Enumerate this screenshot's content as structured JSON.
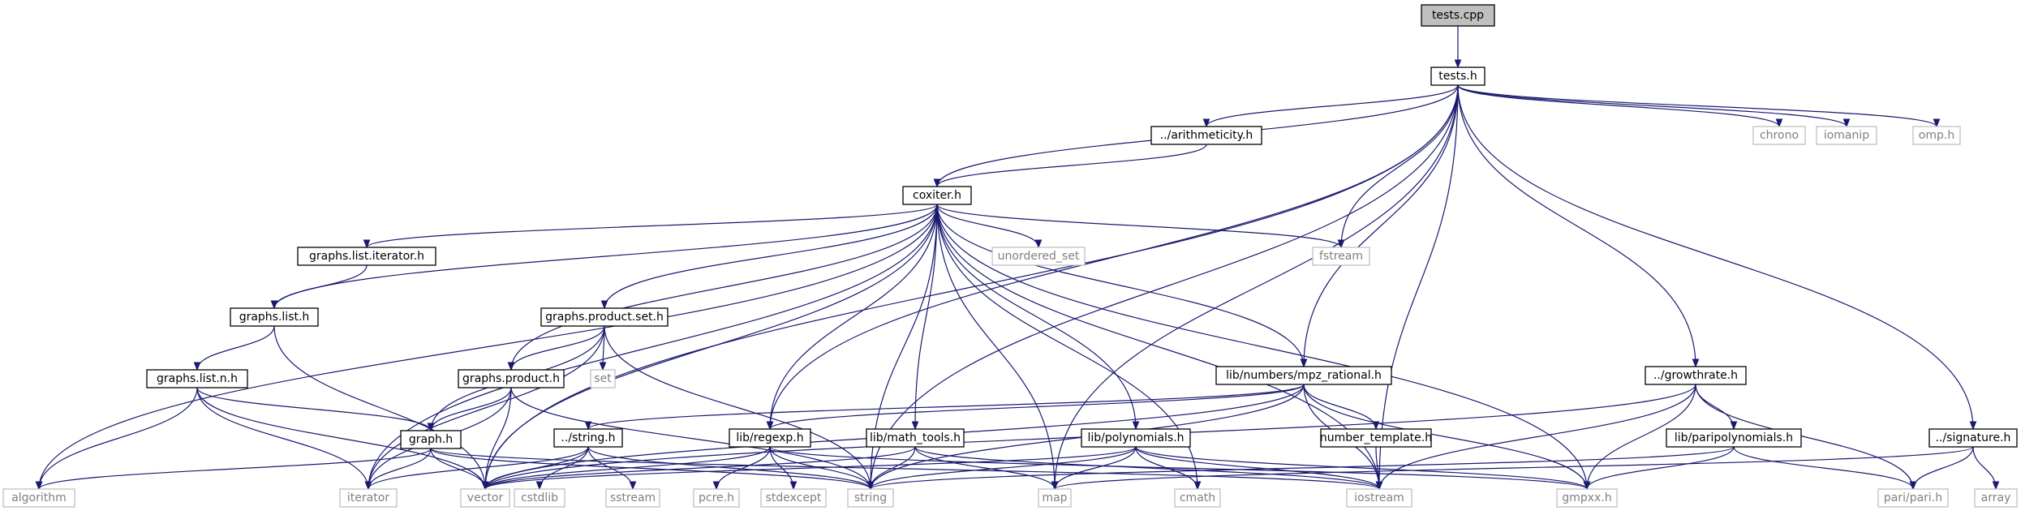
{
  "colors": {
    "edge": "#191970",
    "root_fill": "#bfbfbf",
    "local_border": "#000000",
    "system_border": "#bfbfbf",
    "system_text": "#808080"
  },
  "nodes": [
    {
      "id": "tests_cpp",
      "label": "tests.cpp",
      "kind": "root"
    },
    {
      "id": "tests_h",
      "label": "tests.h",
      "kind": "local"
    },
    {
      "id": "arithmeticity_h",
      "label": "../arithmeticity.h",
      "kind": "local"
    },
    {
      "id": "chrono",
      "label": "chrono",
      "kind": "system"
    },
    {
      "id": "iomanip",
      "label": "iomanip",
      "kind": "system"
    },
    {
      "id": "omp_h",
      "label": "omp.h",
      "kind": "system"
    },
    {
      "id": "coxiter_h",
      "label": "coxiter.h",
      "kind": "local"
    },
    {
      "id": "unordered_set",
      "label": "unordered_set",
      "kind": "system"
    },
    {
      "id": "fstream",
      "label": "fstream",
      "kind": "system"
    },
    {
      "id": "graphs_list_iterator_h",
      "label": "graphs.list.iterator.h",
      "kind": "local"
    },
    {
      "id": "graphs_list_h",
      "label": "graphs.list.h",
      "kind": "local"
    },
    {
      "id": "graphs_product_set_h",
      "label": "graphs.product.set.h",
      "kind": "local"
    },
    {
      "id": "set",
      "label": "set",
      "kind": "system"
    },
    {
      "id": "graphs_list_n_h",
      "label": "graphs.list.n.h",
      "kind": "local"
    },
    {
      "id": "graphs_product_h",
      "label": "graphs.product.h",
      "kind": "local"
    },
    {
      "id": "mpz_rational_h",
      "label": "lib/numbers/mpz_rational.h",
      "kind": "local"
    },
    {
      "id": "growthrate_h",
      "label": "../growthrate.h",
      "kind": "local"
    },
    {
      "id": "graph_h",
      "label": "graph.h",
      "kind": "local"
    },
    {
      "id": "string_h",
      "label": "../string.h",
      "kind": "local"
    },
    {
      "id": "regexp_h",
      "label": "lib/regexp.h",
      "kind": "local"
    },
    {
      "id": "math_tools_h",
      "label": "lib/math_tools.h",
      "kind": "local"
    },
    {
      "id": "polynomials_h",
      "label": "lib/polynomials.h",
      "kind": "local"
    },
    {
      "id": "number_template_h",
      "label": "number_template.h",
      "kind": "local"
    },
    {
      "id": "paripolynomials_h",
      "label": "lib/paripolynomials.h",
      "kind": "local"
    },
    {
      "id": "signature_h",
      "label": "../signature.h",
      "kind": "local"
    },
    {
      "id": "algorithm",
      "label": "algorithm",
      "kind": "system"
    },
    {
      "id": "iterator",
      "label": "iterator",
      "kind": "system"
    },
    {
      "id": "vector",
      "label": "vector",
      "kind": "system"
    },
    {
      "id": "cstdlib",
      "label": "cstdlib",
      "kind": "system"
    },
    {
      "id": "sstream",
      "label": "sstream",
      "kind": "system"
    },
    {
      "id": "pcre_h",
      "label": "pcre.h",
      "kind": "system"
    },
    {
      "id": "stdexcept",
      "label": "stdexcept",
      "kind": "system"
    },
    {
      "id": "string",
      "label": "string",
      "kind": "system"
    },
    {
      "id": "map",
      "label": "map",
      "kind": "system"
    },
    {
      "id": "cmath",
      "label": "cmath",
      "kind": "system"
    },
    {
      "id": "iostream",
      "label": "iostream",
      "kind": "system"
    },
    {
      "id": "gmpxx_h",
      "label": "gmpxx.h",
      "kind": "system"
    },
    {
      "id": "pari_h",
      "label": "pari/pari.h",
      "kind": "system"
    },
    {
      "id": "array",
      "label": "array",
      "kind": "system"
    }
  ],
  "edges": [
    [
      "tests_cpp",
      "tests_h"
    ],
    [
      "tests_h",
      "arithmeticity_h"
    ],
    [
      "tests_h",
      "chrono"
    ],
    [
      "tests_h",
      "iomanip"
    ],
    [
      "tests_h",
      "omp_h"
    ],
    [
      "tests_h",
      "coxiter_h"
    ],
    [
      "tests_h",
      "fstream"
    ],
    [
      "tests_h",
      "mpz_rational_h"
    ],
    [
      "tests_h",
      "growthrate_h"
    ],
    [
      "tests_h",
      "signature_h"
    ],
    [
      "tests_h",
      "vector"
    ],
    [
      "tests_h",
      "regexp_h"
    ],
    [
      "tests_h",
      "string"
    ],
    [
      "tests_h",
      "iostream"
    ],
    [
      "tests_h",
      "map"
    ],
    [
      "arithmeticity_h",
      "coxiter_h"
    ],
    [
      "coxiter_h",
      "unordered_set"
    ],
    [
      "coxiter_h",
      "fstream"
    ],
    [
      "coxiter_h",
      "graphs_list_iterator_h"
    ],
    [
      "coxiter_h",
      "graphs_list_h"
    ],
    [
      "coxiter_h",
      "graphs_product_set_h"
    ],
    [
      "coxiter_h",
      "graphs_product_h"
    ],
    [
      "coxiter_h",
      "mpz_rational_h"
    ],
    [
      "coxiter_h",
      "regexp_h"
    ],
    [
      "coxiter_h",
      "math_tools_h"
    ],
    [
      "coxiter_h",
      "polynomials_h"
    ],
    [
      "coxiter_h",
      "algorithm"
    ],
    [
      "coxiter_h",
      "iterator"
    ],
    [
      "coxiter_h",
      "vector"
    ],
    [
      "coxiter_h",
      "string"
    ],
    [
      "coxiter_h",
      "map"
    ],
    [
      "coxiter_h",
      "cmath"
    ],
    [
      "coxiter_h",
      "iostream"
    ],
    [
      "coxiter_h",
      "gmpxx_h"
    ],
    [
      "graphs_list_iterator_h",
      "graphs_list_h"
    ],
    [
      "graphs_list_h",
      "graphs_list_n_h"
    ],
    [
      "graphs_list_h",
      "vector"
    ],
    [
      "graphs_product_set_h",
      "set"
    ],
    [
      "graphs_product_set_h",
      "graphs_product_h"
    ],
    [
      "graphs_product_set_h",
      "graph_h"
    ],
    [
      "graphs_product_set_h",
      "iterator"
    ],
    [
      "graphs_product_set_h",
      "string"
    ],
    [
      "graphs_list_n_h",
      "graph_h"
    ],
    [
      "graphs_list_n_h",
      "algorithm"
    ],
    [
      "graphs_list_n_h",
      "iterator"
    ],
    [
      "graphs_list_n_h",
      "vector"
    ],
    [
      "graphs_product_h",
      "graph_h"
    ],
    [
      "graphs_product_h",
      "iterator"
    ],
    [
      "graphs_product_h",
      "vector"
    ],
    [
      "graphs_product_h",
      "string"
    ],
    [
      "graph_h",
      "algorithm"
    ],
    [
      "graph_h",
      "iterator"
    ],
    [
      "graph_h",
      "vector"
    ],
    [
      "graph_h",
      "string"
    ],
    [
      "graph_h",
      "iostream"
    ],
    [
      "mpz_rational_h",
      "number_template_h"
    ],
    [
      "mpz_rational_h",
      "string_h"
    ],
    [
      "mpz_rational_h",
      "regexp_h"
    ],
    [
      "mpz_rational_h",
      "vector"
    ],
    [
      "mpz_rational_h",
      "string"
    ],
    [
      "mpz_rational_h",
      "iostream"
    ],
    [
      "mpz_rational_h",
      "gmpxx_h"
    ],
    [
      "number_template_h",
      "iostream"
    ],
    [
      "string_h",
      "iterator"
    ],
    [
      "string_h",
      "vector"
    ],
    [
      "string_h",
      "cstdlib"
    ],
    [
      "string_h",
      "sstream"
    ],
    [
      "string_h",
      "string"
    ],
    [
      "regexp_h",
      "pcre_h"
    ],
    [
      "regexp_h",
      "stdexcept"
    ],
    [
      "regexp_h",
      "string"
    ],
    [
      "regexp_h",
      "vector"
    ],
    [
      "regexp_h",
      "gmpxx_h"
    ],
    [
      "math_tools_h",
      "vector"
    ],
    [
      "math_tools_h",
      "string"
    ],
    [
      "math_tools_h",
      "map"
    ],
    [
      "math_tools_h",
      "iostream"
    ],
    [
      "polynomials_h",
      "vector"
    ],
    [
      "polynomials_h",
      "string"
    ],
    [
      "polynomials_h",
      "map"
    ],
    [
      "polynomials_h",
      "cmath"
    ],
    [
      "polynomials_h",
      "iostream"
    ],
    [
      "polynomials_h",
      "gmpxx_h"
    ],
    [
      "growthrate_h",
      "paripolynomials_h"
    ],
    [
      "growthrate_h",
      "pari_h"
    ],
    [
      "growthrate_h",
      "gmpxx_h"
    ],
    [
      "growthrate_h",
      "iostream"
    ],
    [
      "growthrate_h",
      "vector"
    ],
    [
      "paripolynomials_h",
      "pari_h"
    ],
    [
      "paripolynomials_h",
      "gmpxx_h"
    ],
    [
      "paripolynomials_h",
      "string"
    ],
    [
      "signature_h",
      "pari_h"
    ],
    [
      "signature_h",
      "array"
    ],
    [
      "signature_h",
      "map"
    ]
  ]
}
